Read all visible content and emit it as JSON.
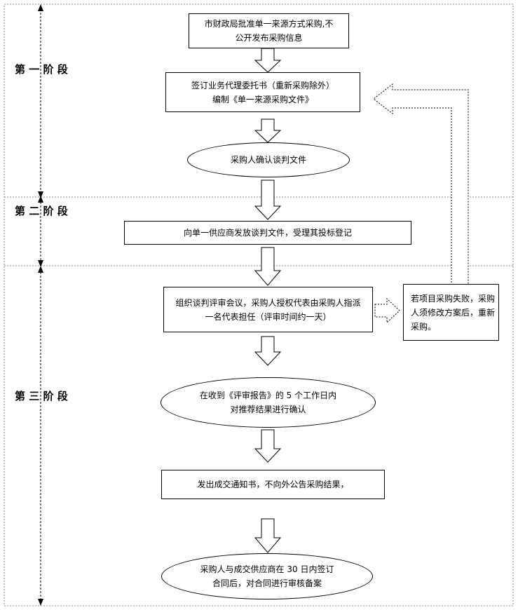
{
  "stages": [
    {
      "label_lines": [
        "第",
        "一",
        "阶",
        "段"
      ]
    },
    {
      "label_lines": [
        "第",
        "二",
        "阶",
        "段"
      ]
    },
    {
      "label_lines": [
        "第",
        "三",
        "阶",
        "段"
      ]
    }
  ],
  "nodes": {
    "approve": [
      "市财政局批准单一来源方式采购,不",
      "公开发布采购信息"
    ],
    "sign": [
      "签订业务代理委托书（重新采购除外）",
      "编制《单一来源采购文件》"
    ],
    "confirm_docs": [
      "采购人确认谈判文件"
    ],
    "issue_docs": [
      "向单一供应商发放谈判文件，受理其投标登记"
    ],
    "review_meeting": [
      "组织谈判评审会议，采购人授权代表由采购人指派",
      "一名代表担任（评审时间约一天）"
    ],
    "failure_note": [
      "若项目采购失败，采购",
      "人须修改方案后，重新",
      "采购。"
    ],
    "confirm_result": [
      "在收到《评审报告》的 5 个工作日内",
      "对推荐结果进行确认"
    ],
    "notice": [
      "发出成交通知书，不向外公告采购结果，"
    ],
    "contract": [
      "采购人与成交供应商在 30 日内签订",
      "合同后，对合同进行审核备案"
    ]
  }
}
